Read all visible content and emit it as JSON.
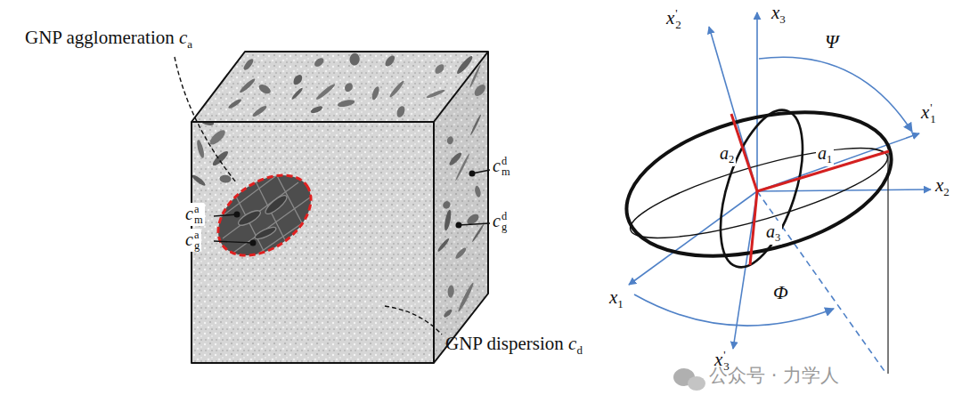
{
  "diagram": {
    "labels": [
      "GNP agglomeration",
      "c",
      "a",
      "c",
      "a",
      "m",
      "c",
      "a",
      "g",
      "c",
      "d",
      "m",
      "c",
      "d",
      "g",
      "GNP dispersion",
      "c",
      "d",
      "x",
      "'",
      "2",
      "x",
      "3",
      "Ψ",
      "x",
      "'",
      "1",
      "x",
      "2",
      "a",
      "2",
      "a",
      "1",
      "a",
      "3",
      "x",
      "1",
      "Φ",
      "x",
      "'",
      "3",
      "公众号 · 力学人"
    ]
  }
}
